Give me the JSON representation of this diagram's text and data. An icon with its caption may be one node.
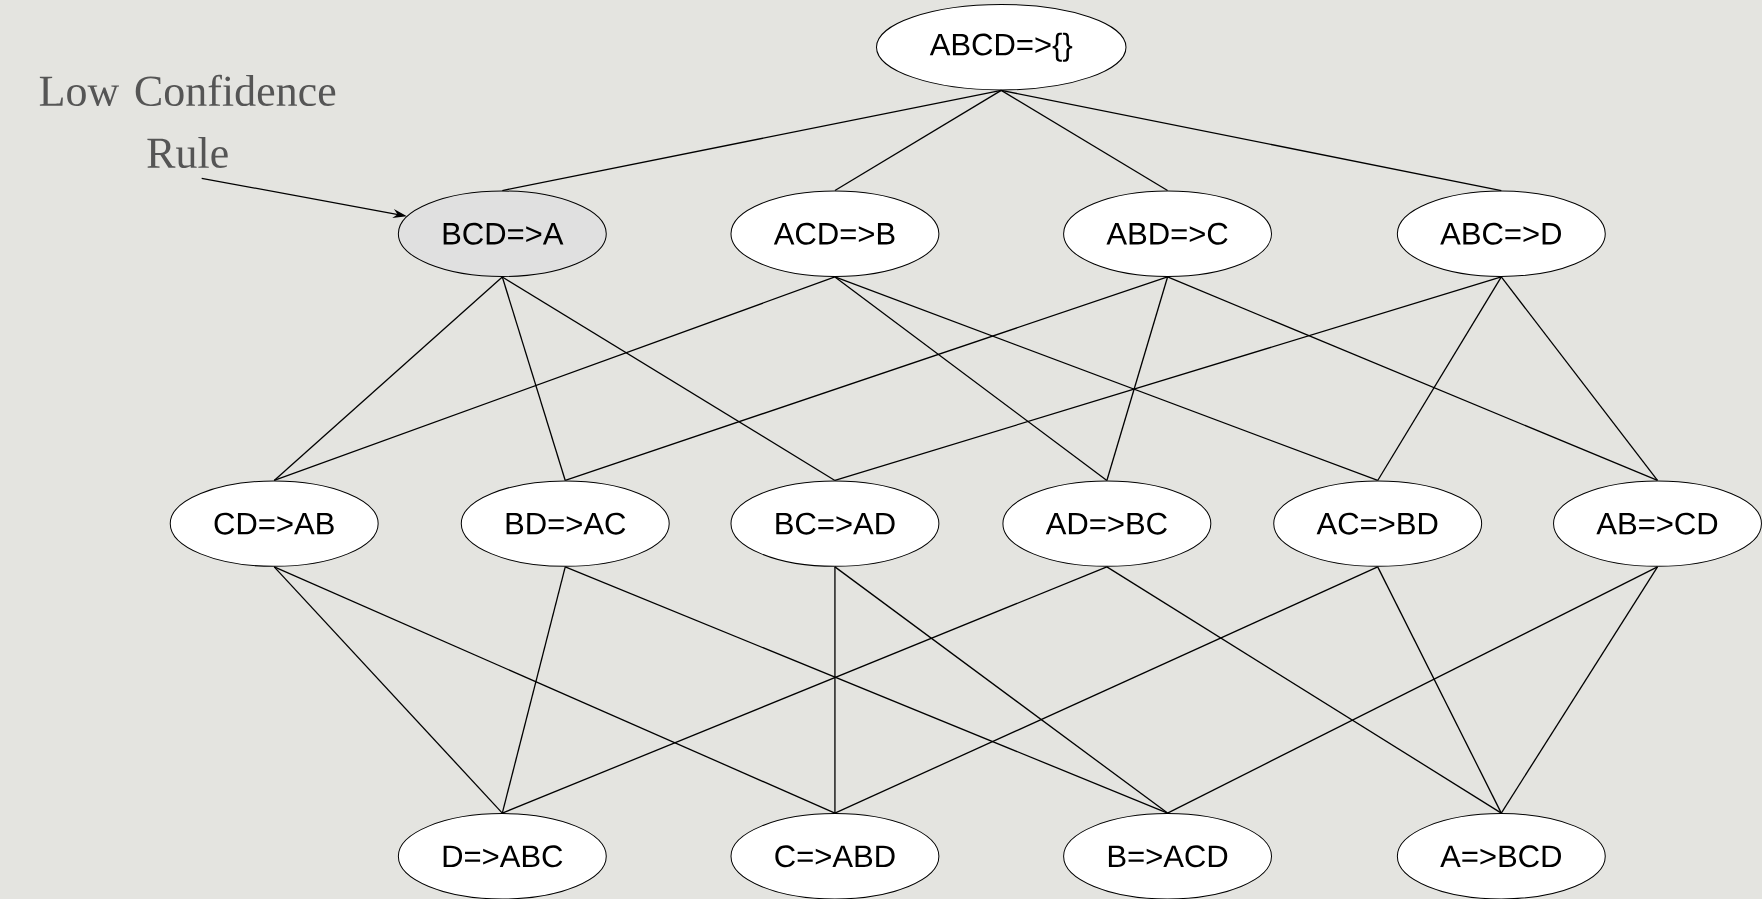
{
  "diagram": {
    "nodes": [
      {
        "text": [
          "ABCD=>{}"
        ]
      },
      {
        "text": [
          "BCD=>A"
        ]
      },
      {
        "text": [
          "ACD=>B"
        ]
      },
      {
        "text": [
          "ABD=>C"
        ]
      },
      {
        "text": [
          "ABC=>D"
        ]
      },
      {
        "text": [
          "CD=>AB"
        ]
      },
      {
        "text": [
          "BD=>AC"
        ]
      },
      {
        "text": [
          "BC=>AD"
        ]
      },
      {
        "text": [
          "AD=>BC"
        ]
      },
      {
        "text": [
          "AC=>BD"
        ]
      },
      {
        "text": [
          "AB=>CD"
        ]
      },
      {
        "text": [
          "D=>ABC"
        ]
      },
      {
        "text": [
          "C=>ABD"
        ]
      },
      {
        "text": [
          "B=>ACD"
        ]
      },
      {
        "text": [
          "A=>BCD"
        ]
      },
      {
        "text": [
          "Low Confidence Rule"
        ]
      }
    ],
    "edges": [
      {
        "from": 0,
        "to": 1,
        "arrow": "none"
      },
      {
        "from": 0,
        "to": 2,
        "arrow": "none"
      },
      {
        "from": 0,
        "to": 3,
        "arrow": "none"
      },
      {
        "from": 0,
        "to": 4,
        "arrow": "none"
      },
      {
        "from": 1,
        "to": 5,
        "arrow": "none"
      },
      {
        "from": 1,
        "to": 6,
        "arrow": "none"
      },
      {
        "from": 1,
        "to": 7,
        "arrow": "none"
      },
      {
        "from": 2,
        "to": 5,
        "arrow": "none"
      },
      {
        "from": 2,
        "to": 8,
        "arrow": "none"
      },
      {
        "from": 2,
        "to": 9,
        "arrow": "none"
      },
      {
        "from": 3,
        "to": 6,
        "arrow": "none"
      },
      {
        "from": 3,
        "to": 8,
        "arrow": "none"
      },
      {
        "from": 3,
        "to": 10,
        "arrow": "none"
      },
      {
        "from": 4,
        "to": 7,
        "arrow": "none"
      },
      {
        "from": 4,
        "to": 9,
        "arrow": "none"
      },
      {
        "from": 4,
        "to": 10,
        "arrow": "none"
      },
      {
        "from": 5,
        "to": 11,
        "arrow": "none"
      },
      {
        "from": 5,
        "to": 12,
        "arrow": "none"
      },
      {
        "from": 6,
        "to": 11,
        "arrow": "none"
      },
      {
        "from": 6,
        "to": 13,
        "arrow": "none"
      },
      {
        "from": 7,
        "to": 12,
        "arrow": "none"
      },
      {
        "from": 7,
        "to": 13,
        "arrow": "none"
      },
      {
        "from": 8,
        "to": 11,
        "arrow": "none"
      },
      {
        "from": 8,
        "to": 14,
        "arrow": "none"
      },
      {
        "from": 9,
        "to": 12,
        "arrow": "none"
      },
      {
        "from": 9,
        "to": 14,
        "arrow": "none"
      },
      {
        "from": 10,
        "to": 13,
        "arrow": "none"
      },
      {
        "from": 10,
        "to": 14,
        "arrow": "none"
      },
      {
        "from": 15,
        "to": 1,
        "arrow": "to"
      }
    ]
  }
}
